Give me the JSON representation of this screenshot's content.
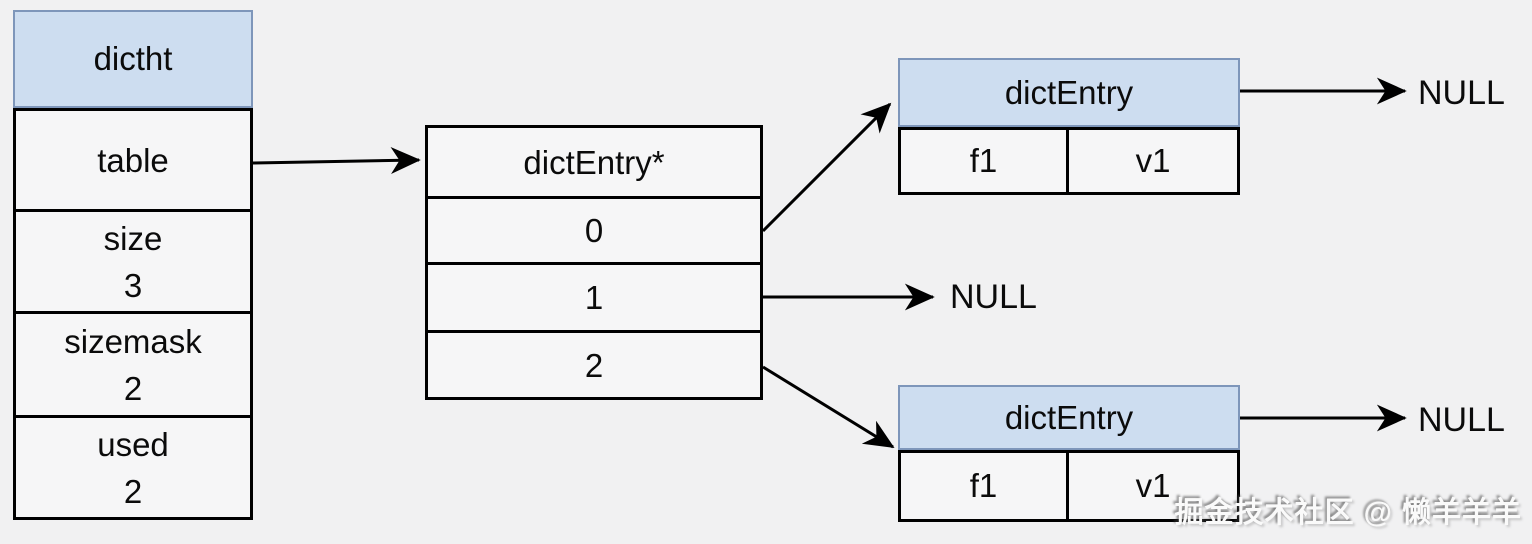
{
  "dictht": {
    "title": "dictht",
    "rows": [
      {
        "label": "table",
        "value": ""
      },
      {
        "label": "size",
        "value": "3"
      },
      {
        "label": "sizemask",
        "value": "2"
      },
      {
        "label": "used",
        "value": "2"
      }
    ]
  },
  "buckets": {
    "title": "dictEntry*",
    "slots": [
      "0",
      "1",
      "2"
    ]
  },
  "entries": {
    "top": {
      "title": "dictEntry",
      "key": "f1",
      "value": "v1",
      "next": "NULL"
    },
    "bottom": {
      "title": "dictEntry",
      "key": "f1",
      "value": "v1",
      "next": "NULL"
    }
  },
  "null_labels": {
    "slot1": "NULL"
  },
  "watermark": "掘金技术社区 @ 懒羊羊羊",
  "colors": {
    "background": "#f1f1f2",
    "struct_header_fill": "#cdddf0",
    "struct_header_border": "#7e96ba",
    "cell_fill": "#f6f6f7",
    "line": "#000000"
  }
}
